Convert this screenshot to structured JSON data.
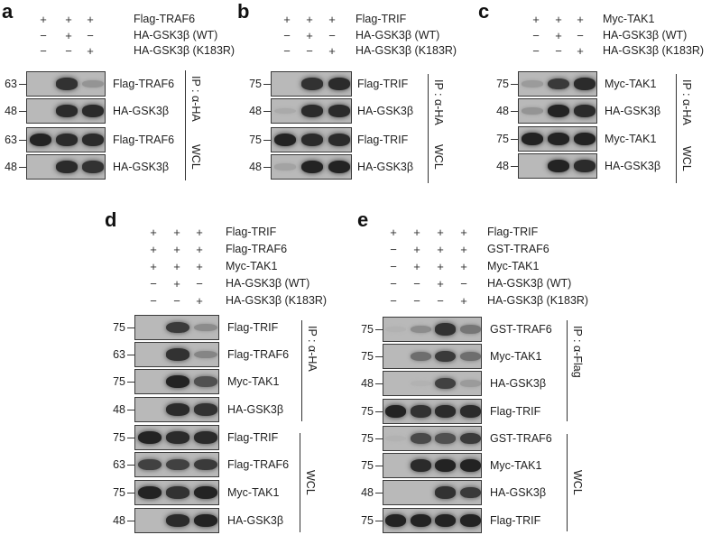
{
  "figure": {
    "panels": [
      {
        "id": "a",
        "letter": "a",
        "conditions": [
          {
            "label": "Flag-TRAF6",
            "signs": [
              "+",
              "+",
              "+"
            ]
          },
          {
            "label": "HA-GSK3β (WT)",
            "signs": [
              "−",
              "+",
              "−"
            ]
          },
          {
            "label": "HA-GSK3β (K183R)",
            "signs": [
              "−",
              "−",
              "+"
            ]
          }
        ],
        "blots": [
          {
            "mw": "63",
            "label": "Flag-TRAF6",
            "group": "IP",
            "bands": [
              0,
              0.9,
              0.25
            ]
          },
          {
            "mw": "48",
            "label": "HA-GSK3β",
            "group": "IP",
            "bands": [
              0,
              0.95,
              0.95
            ]
          },
          {
            "mw": "63",
            "label": "Flag-TRAF6",
            "group": "WCL",
            "bands": [
              1,
              0.95,
              0.95
            ]
          },
          {
            "mw": "48",
            "label": "HA-GSK3β",
            "group": "WCL",
            "bands": [
              0,
              0.95,
              0.9
            ]
          }
        ],
        "groups": {
          "ip": "IP : α-HA",
          "wcl": "WCL"
        }
      },
      {
        "id": "b",
        "letter": "b",
        "conditions": [
          {
            "label": "Flag-TRIF",
            "signs": [
              "+",
              "+",
              "+"
            ]
          },
          {
            "label": "HA-GSK3β (WT)",
            "signs": [
              "−",
              "+",
              "−"
            ]
          },
          {
            "label": "HA-GSK3β (K183R)",
            "signs": [
              "−",
              "−",
              "+"
            ]
          }
        ],
        "blots": [
          {
            "mw": "75",
            "label": "Flag-TRIF",
            "group": "IP",
            "bands": [
              0,
              0.9,
              0.95
            ]
          },
          {
            "mw": "48",
            "label": "HA-GSK3β",
            "group": "IP",
            "bands": [
              0.1,
              0.95,
              0.95
            ]
          },
          {
            "mw": "75",
            "label": "Flag-TRIF",
            "group": "WCL",
            "bands": [
              1,
              0.95,
              0.95
            ]
          },
          {
            "mw": "48",
            "label": "HA-GSK3β",
            "group": "WCL",
            "bands": [
              0.15,
              1,
              1
            ]
          }
        ],
        "groups": {
          "ip": "IP : α-HA",
          "wcl": "WCL"
        }
      },
      {
        "id": "c",
        "letter": "c",
        "conditions": [
          {
            "label": "Myc-TAK1",
            "signs": [
              "+",
              "+",
              "+"
            ]
          },
          {
            "label": "HA-GSK3β (WT)",
            "signs": [
              "−",
              "+",
              "−"
            ]
          },
          {
            "label": "HA-GSK3β (K183R)",
            "signs": [
              "−",
              "−",
              "+"
            ]
          }
        ],
        "blots": [
          {
            "mw": "75",
            "label": "Myc-TAK1",
            "group": "IP",
            "bands": [
              0.2,
              0.85,
              0.95
            ]
          },
          {
            "mw": "48",
            "label": "HA-GSK3β",
            "group": "IP",
            "bands": [
              0.25,
              1,
              0.95
            ]
          },
          {
            "mw": "75",
            "label": "Myc-TAK1",
            "group": "WCL",
            "bands": [
              1,
              1,
              1
            ]
          },
          {
            "mw": "48",
            "label": "HA-GSK3β",
            "group": "WCL",
            "bands": [
              0,
              1,
              0.95
            ]
          }
        ],
        "groups": {
          "ip": "IP : α-HA",
          "wcl": "WCL"
        }
      },
      {
        "id": "d",
        "letter": "d",
        "conditions": [
          {
            "label": "Flag-TRIF",
            "signs": [
              "+",
              "+",
              "+"
            ]
          },
          {
            "label": "Flag-TRAF6",
            "signs": [
              "+",
              "+",
              "+"
            ]
          },
          {
            "label": "Myc-TAK1",
            "signs": [
              "+",
              "+",
              "+"
            ]
          },
          {
            "label": "HA-GSK3β (WT)",
            "signs": [
              "−",
              "+",
              "−"
            ]
          },
          {
            "label": "HA-GSK3β (K183R)",
            "signs": [
              "−",
              "−",
              "+"
            ]
          }
        ],
        "blots": [
          {
            "mw": "75",
            "label": "Flag-TRIF",
            "group": "IP",
            "bands": [
              0,
              0.85,
              0.3
            ]
          },
          {
            "mw": "63",
            "label": "Flag-TRAF6",
            "group": "IP",
            "bands": [
              0,
              0.9,
              0.35
            ]
          },
          {
            "mw": "75",
            "label": "Myc-TAK1",
            "group": "IP",
            "bands": [
              0,
              1,
              0.7
            ]
          },
          {
            "mw": "48",
            "label": "HA-GSK3β",
            "group": "IP",
            "bands": [
              0,
              0.95,
              0.9
            ]
          },
          {
            "mw": "75",
            "label": "Flag-TRIF",
            "group": "WCL",
            "bands": [
              1,
              0.95,
              0.95
            ]
          },
          {
            "mw": "63",
            "label": "Flag-TRAF6",
            "group": "WCL",
            "bands": [
              0.8,
              0.8,
              0.85
            ]
          },
          {
            "mw": "75",
            "label": "Myc-TAK1",
            "group": "WCL",
            "bands": [
              1,
              0.9,
              1
            ]
          },
          {
            "mw": "48",
            "label": "HA-GSK3β",
            "group": "WCL",
            "bands": [
              0,
              0.95,
              1
            ]
          }
        ],
        "groups": {
          "ip": "IP : α-HA",
          "wcl": "WCL"
        }
      },
      {
        "id": "e",
        "letter": "e",
        "conditions": [
          {
            "label": "Flag-TRIF",
            "signs": [
              "+",
              "+",
              "+",
              "+"
            ]
          },
          {
            "label": "GST-TRAF6",
            "signs": [
              "−",
              "+",
              "+",
              "+"
            ]
          },
          {
            "label": "Myc-TAK1",
            "signs": [
              "−",
              "+",
              "+",
              "+"
            ]
          },
          {
            "label": "HA-GSK3β (WT)",
            "signs": [
              "−",
              "−",
              "+",
              "−"
            ]
          },
          {
            "label": "HA-GSK3β (K183R)",
            "signs": [
              "−",
              "−",
              "−",
              "+"
            ]
          }
        ],
        "blots": [
          {
            "mw": "75",
            "label": "GST-TRAF6",
            "group": "IP",
            "bands": [
              0.05,
              0.3,
              0.9,
              0.45
            ]
          },
          {
            "mw": "75",
            "label": "Myc-TAK1",
            "group": "IP",
            "bands": [
              0,
              0.5,
              0.85,
              0.5
            ]
          },
          {
            "mw": "48",
            "label": "HA-GSK3β",
            "group": "IP",
            "bands": [
              0,
              0.05,
              0.8,
              0.2
            ]
          },
          {
            "mw": "75",
            "label": "Flag-TRIF",
            "group": "IP",
            "bands": [
              1,
              0.9,
              0.95,
              0.95
            ]
          },
          {
            "mw": "75",
            "label": "GST-TRAF6",
            "group": "WCL",
            "bands": [
              0.05,
              0.75,
              0.7,
              0.85
            ]
          },
          {
            "mw": "75",
            "label": "Myc-TAK1",
            "group": "WCL",
            "bands": [
              0,
              0.95,
              1,
              1
            ]
          },
          {
            "mw": "48",
            "label": "HA-GSK3β",
            "group": "WCL",
            "bands": [
              0,
              0,
              0.9,
              0.85
            ]
          },
          {
            "mw": "75",
            "label": "Flag-TRIF",
            "group": "WCL",
            "bands": [
              1,
              1,
              1,
              1
            ]
          }
        ],
        "groups": {
          "ip": "IP : α-Flag",
          "wcl": "WCL"
        }
      }
    ]
  }
}
